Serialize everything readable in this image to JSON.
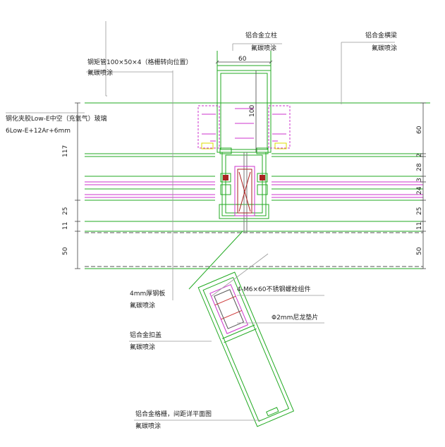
{
  "labels": {
    "mullion": "铝合金立柱",
    "mullion_coat": "氟碳喷涂",
    "transom": "铝合金横梁",
    "transom_coat": "氟碳喷涂",
    "steel_tube": "钢矩管100×50×4（格栅转向位置）",
    "steel_tube_coat": "氟碳喷涂",
    "glass": "钢化夹胶Low-E中空（充氩气）玻璃",
    "glass_spec": "6Low-E+12Ar+6mm",
    "plate": "4mm厚钢板",
    "plate_coat": "氟碳喷涂",
    "bolt": "4-M6×60不锈钢螺栓组件",
    "nylon": "Φ2mm尼龙垫片",
    "cover": "铝合金扣盖",
    "cover_coat": "氟碳喷涂",
    "grille": "铝合金格栅，间距详平面图",
    "grille_coat": "氟碳喷涂"
  },
  "dims": {
    "top_width": "60",
    "mullion_depth": "100",
    "left_117": "117",
    "left_25": "25",
    "left_11": "11",
    "left_50": "50",
    "right_60": "60",
    "right_2": "2",
    "right_28": "28",
    "right_3": "3",
    "right_24": "24",
    "right_25": "25",
    "right_11": "11",
    "right_50": "50"
  }
}
